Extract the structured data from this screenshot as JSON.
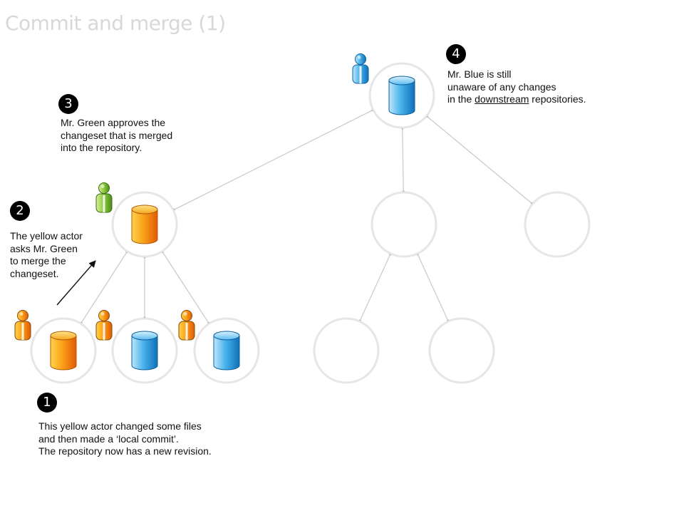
{
  "title": "Commit and merge (1)",
  "colors": {
    "yellow": "#f7a51c",
    "green": "#8cc63e",
    "blue": "#2a9ee0",
    "ring": "#e6e6e6",
    "link": "#c8c8c8"
  },
  "steps": [
    {
      "number": "1",
      "text": "This yellow  actor changed some files\nand then made a ‘local  commit’.\nThe repository now has a new revision."
    },
    {
      "number": "2",
      "text": "The yellow  actor\nasks Mr. Green\nto merge the\nchangeset."
    },
    {
      "number": "3",
      "text": "Mr. Green approves the\nchangeset that is merged\ninto the repository."
    },
    {
      "number": "4",
      "text_before": "Mr. Blue  is still\nunaware of any changes\nin the ",
      "text_underlined": "downstream",
      "text_after": " repositories."
    }
  ],
  "nodes": [
    {
      "id": "root",
      "db": "blue",
      "actor": "blue"
    },
    {
      "id": "green-repo",
      "db": "yellow",
      "actor": "green"
    },
    {
      "id": "mid-empty",
      "db": null,
      "actor": null
    },
    {
      "id": "right-empty",
      "db": null,
      "actor": null
    },
    {
      "id": "leaf-1",
      "db": "yellow",
      "actor": "yellow"
    },
    {
      "id": "leaf-2",
      "db": "blue",
      "actor": "yellow"
    },
    {
      "id": "leaf-3",
      "db": "blue",
      "actor": "yellow"
    },
    {
      "id": "leaf-4",
      "db": null,
      "actor": null
    },
    {
      "id": "leaf-5",
      "db": null,
      "actor": null
    }
  ],
  "edges": [
    [
      "root",
      "green-repo"
    ],
    [
      "root",
      "mid-empty"
    ],
    [
      "root",
      "right-empty"
    ],
    [
      "green-repo",
      "leaf-1"
    ],
    [
      "green-repo",
      "leaf-2"
    ],
    [
      "green-repo",
      "leaf-3"
    ],
    [
      "mid-empty",
      "leaf-4"
    ],
    [
      "mid-empty",
      "leaf-5"
    ]
  ]
}
